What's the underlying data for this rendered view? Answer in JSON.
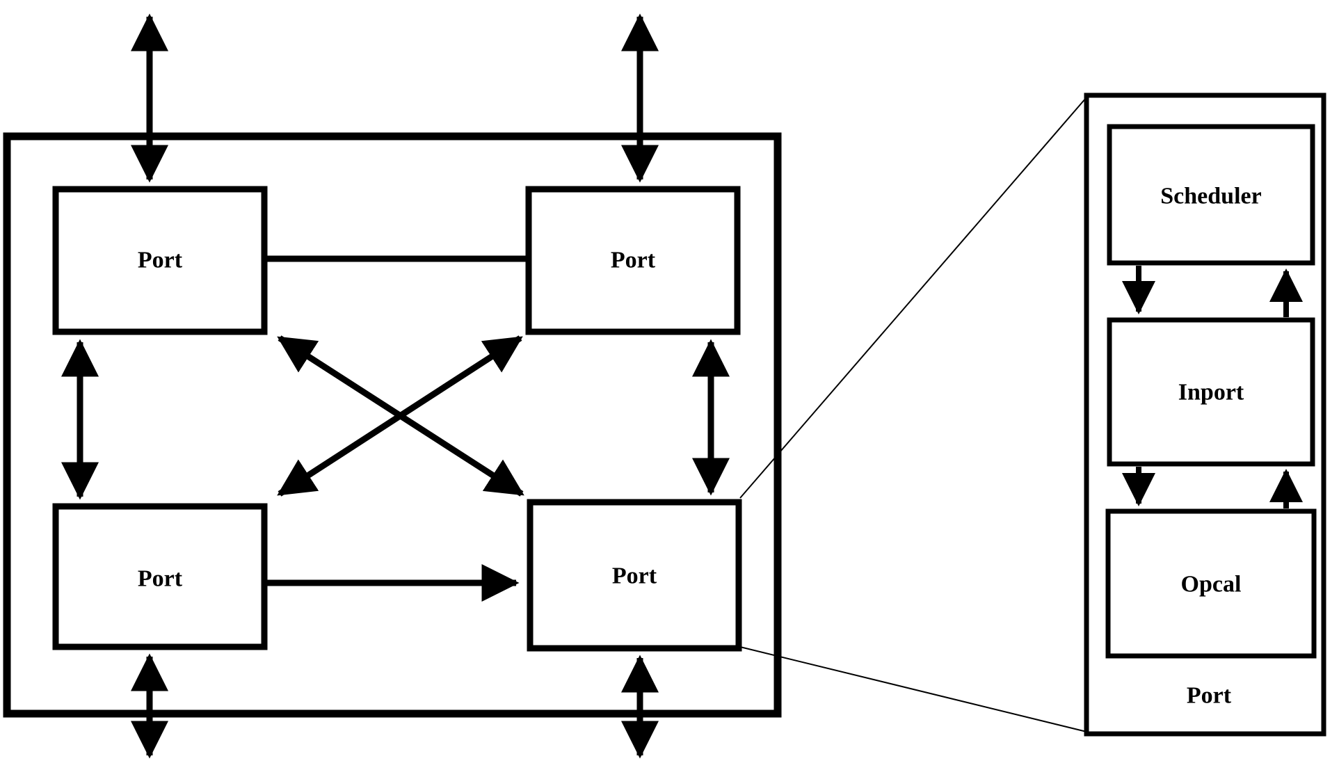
{
  "switch_diagram": {
    "ports": [
      {
        "label": "Port"
      },
      {
        "label": "Port"
      },
      {
        "label": "Port"
      },
      {
        "label": "Port"
      }
    ]
  },
  "port_detail": {
    "blocks": [
      {
        "label": "Scheduler"
      },
      {
        "label": "Inport"
      },
      {
        "label": "Opcal"
      }
    ],
    "container_label": "Port"
  },
  "colors": {
    "stroke": "#000000",
    "background": "#ffffff"
  }
}
